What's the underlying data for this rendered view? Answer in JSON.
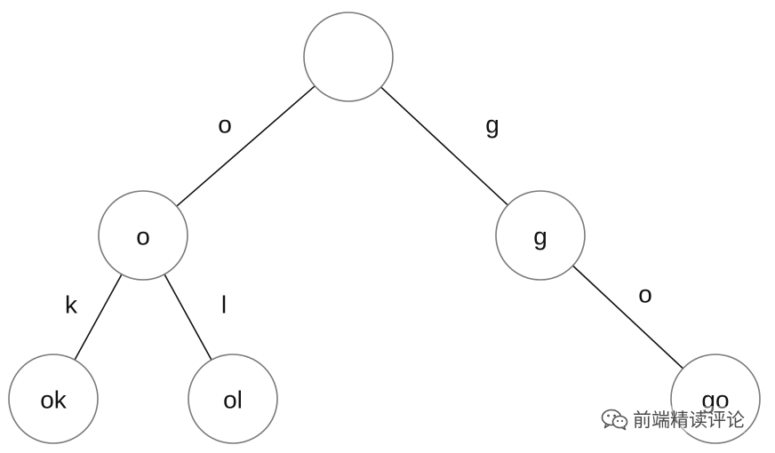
{
  "nodes": [
    {
      "id": "root",
      "label": ""
    },
    {
      "id": "o",
      "label": "o"
    },
    {
      "id": "g",
      "label": "g"
    },
    {
      "id": "ok",
      "label": "ok"
    },
    {
      "id": "ol",
      "label": "ol"
    },
    {
      "id": "go",
      "label": "go"
    }
  ],
  "edges": [
    {
      "from": "root",
      "to": "o",
      "label": "o"
    },
    {
      "from": "root",
      "to": "g",
      "label": "g"
    },
    {
      "from": "o",
      "to": "ok",
      "label": "k"
    },
    {
      "from": "o",
      "to": "ol",
      "label": "l"
    },
    {
      "from": "g",
      "to": "go",
      "label": "o"
    }
  ],
  "watermark": {
    "icon": "wechat-icon",
    "text": "前端精读评论"
  }
}
